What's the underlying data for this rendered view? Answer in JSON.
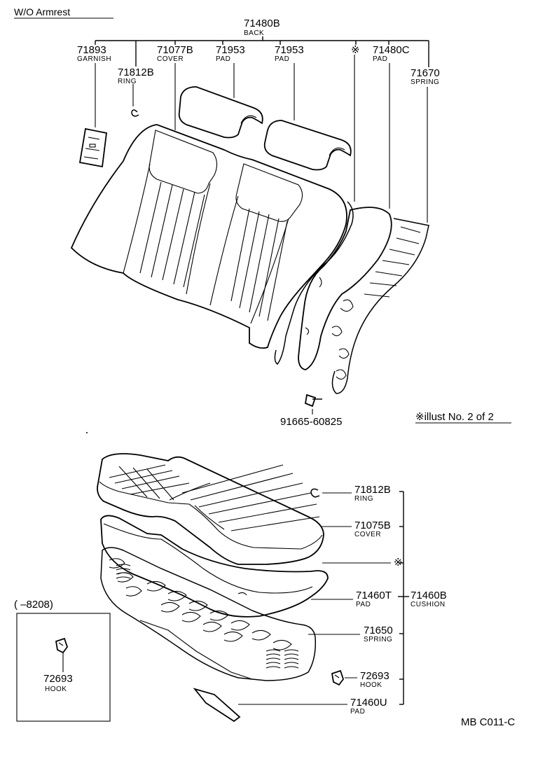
{
  "diagram": {
    "variant_label": "W/O Armrest",
    "back_assembly": {
      "number": "71480B",
      "name": "BACK"
    },
    "back_parts": [
      {
        "id": "garnish",
        "number": "71893",
        "name": "GARNISH"
      },
      {
        "id": "ring-back",
        "number": "71812B",
        "name": "RING"
      },
      {
        "id": "cover-back",
        "number": "71077B",
        "name": "COVER"
      },
      {
        "id": "pad-left",
        "number": "71953",
        "name": "PAD"
      },
      {
        "id": "pad-right",
        "number": "71953",
        "name": "PAD"
      },
      {
        "id": "pad-back",
        "number": "71480C",
        "name": "PAD"
      },
      {
        "id": "spring-back",
        "number": "71670",
        "name": "SPRING"
      }
    ],
    "bolt_number": "91665-60825",
    "asterisk_mark": "※",
    "illust_note": "※illust No. 2 of 2",
    "cushion_assembly": {
      "number": "71460B",
      "name": "CUSHION"
    },
    "cushion_parts": [
      {
        "id": "ring-cushion",
        "number": "71812B",
        "name": "RING"
      },
      {
        "id": "cover-cushion",
        "number": "71075B",
        "name": "COVER"
      },
      {
        "id": "pad-cushion",
        "number": "71460T",
        "name": "PAD"
      },
      {
        "id": "spring-cushion",
        "number": "71650",
        "name": "SPRING"
      },
      {
        "id": "hook",
        "number": "72693",
        "name": "HOOK"
      },
      {
        "id": "pad-lower",
        "number": "71460U",
        "name": "PAD"
      }
    ],
    "inset": {
      "date_range": "(       –8208)",
      "number": "72693",
      "name": "HOOK"
    },
    "figure_code": "MB C011-C"
  }
}
